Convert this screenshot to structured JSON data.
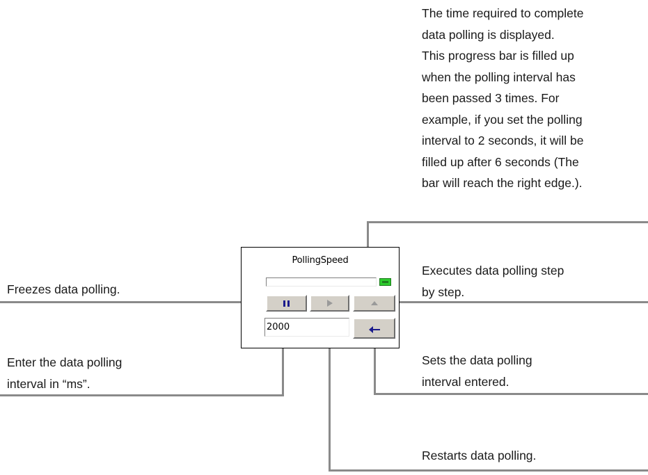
{
  "panel": {
    "title": "PollingSpeed",
    "progress_fraction": 0,
    "led_color": "#2ecc2e",
    "interval_value": "2000",
    "buttons": {
      "pause_icon": "pause-icon",
      "restart_icon": "play-icon",
      "step_icon": "step-icon",
      "set_icon": "enter-arrow-icon"
    }
  },
  "annotations": {
    "progress": {
      "lines": [
        "The time required to complete",
        "data polling is displayed.",
        "This progress bar is filled up",
        "when the polling interval has",
        "been passed 3 times.  For",
        "example, if you set the polling",
        "interval to 2 seconds, it will be",
        "filled up after 6 seconds (The",
        "bar will reach the right edge.)."
      ]
    },
    "freeze": {
      "lines": [
        "Freezes data polling."
      ]
    },
    "step": {
      "lines": [
        "Executes data polling step",
        "by step."
      ]
    },
    "interval": {
      "lines": [
        "Enter the data polling",
        "interval in “ms”."
      ]
    },
    "set": {
      "lines": [
        "Sets the data polling",
        "interval entered."
      ]
    },
    "restart": {
      "lines": [
        "Restarts data polling."
      ]
    }
  }
}
